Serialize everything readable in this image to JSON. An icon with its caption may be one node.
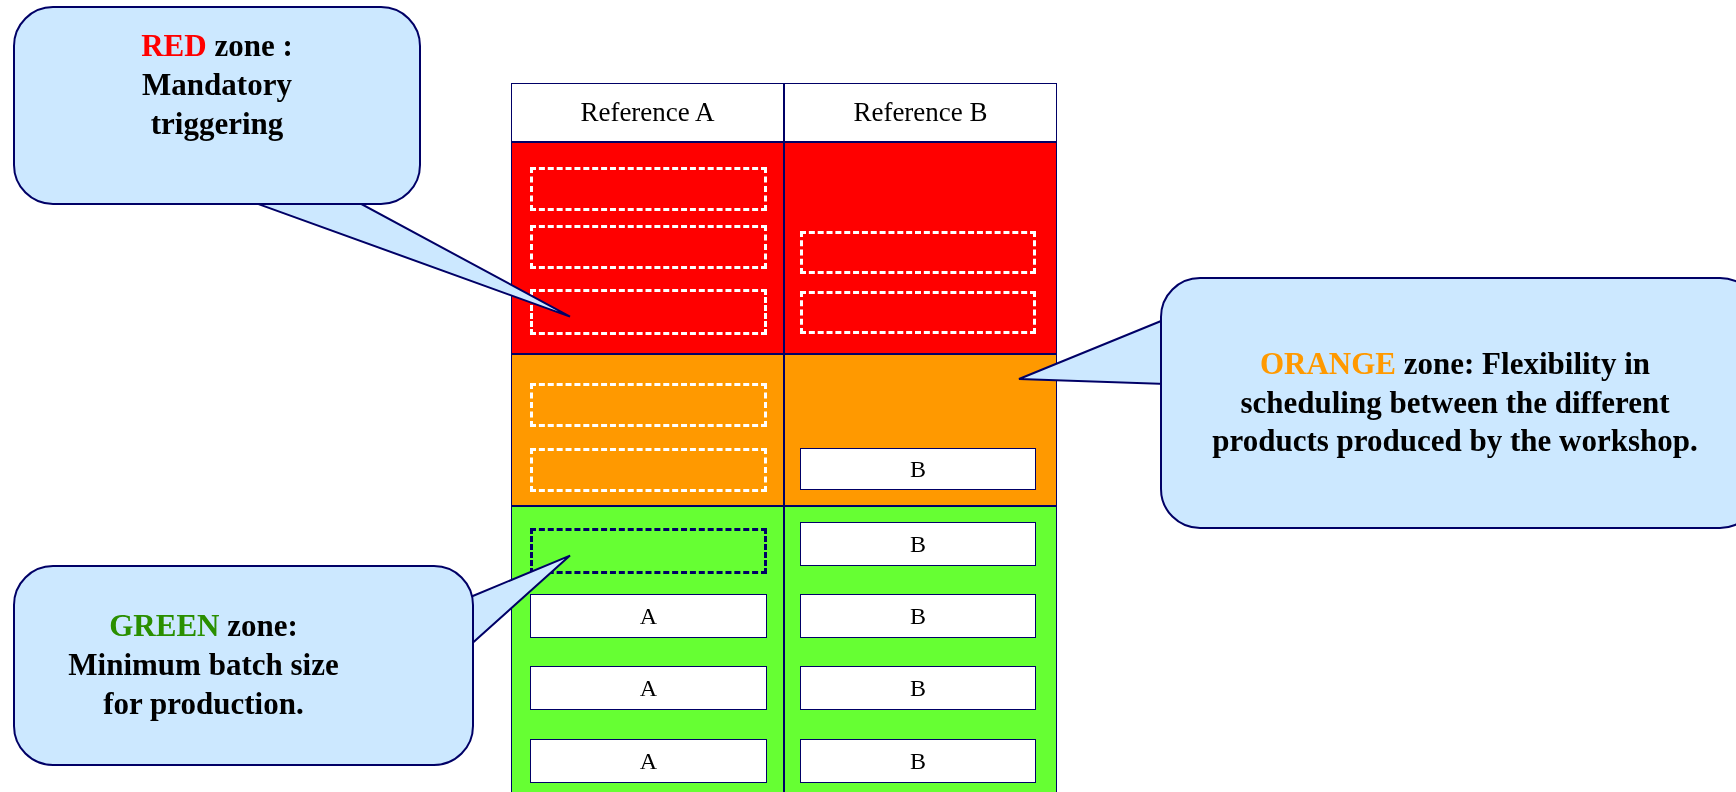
{
  "diagram": {
    "nodes": [
      {
        "text": [
          "RED zone : Mandatory triggering"
        ]
      },
      {
        "text": [
          "ORANGE zone: Flexibility in scheduling between the different products produced by the workshop."
        ]
      },
      {
        "text": [
          "GREEN zone: Minimum batch size for production."
        ]
      },
      {
        "text": [
          "Reference A"
        ]
      },
      {
        "text": [
          "Reference B"
        ]
      },
      {
        "text": [],
        "shape": "box"
      },
      {
        "text": [],
        "shape": "box",
        "in": 5
      },
      {
        "text": [],
        "shape": "box",
        "in": 5
      },
      {
        "text": [],
        "shape": "box",
        "in": 5
      },
      {
        "text": [],
        "shape": "box"
      },
      {
        "text": [],
        "shape": "box",
        "in": 9
      },
      {
        "text": [],
        "shape": "box",
        "in": 9
      },
      {
        "text": [],
        "shape": "box"
      },
      {
        "text": [],
        "shape": "box",
        "in": 12
      },
      {
        "text": [],
        "shape": "box",
        "in": 12
      },
      {
        "text": [],
        "shape": "box"
      },
      {
        "text": [
          "B"
        ],
        "in": 15
      },
      {
        "text": [],
        "shape": "box"
      },
      {
        "text": [],
        "shape": "box",
        "in": 17
      },
      {
        "text": [
          "A"
        ],
        "in": 17
      },
      {
        "text": [
          "A"
        ],
        "in": 17
      },
      {
        "text": [
          "A"
        ],
        "in": 17
      },
      {
        "text": [],
        "shape": "box"
      },
      {
        "text": [
          "B"
        ],
        "in": 22
      },
      {
        "text": [
          "B"
        ],
        "in": 22
      },
      {
        "text": [
          "B"
        ],
        "in": 22
      },
      {
        "text": [
          "B"
        ],
        "in": 22
      }
    ],
    "edges": [
      {
        "from": 0,
        "to": 8,
        "arrow": "none"
      },
      {
        "from": 1,
        "to": 15,
        "arrow": "none"
      },
      {
        "from": 2,
        "to": 18,
        "arrow": "none"
      }
    ]
  }
}
